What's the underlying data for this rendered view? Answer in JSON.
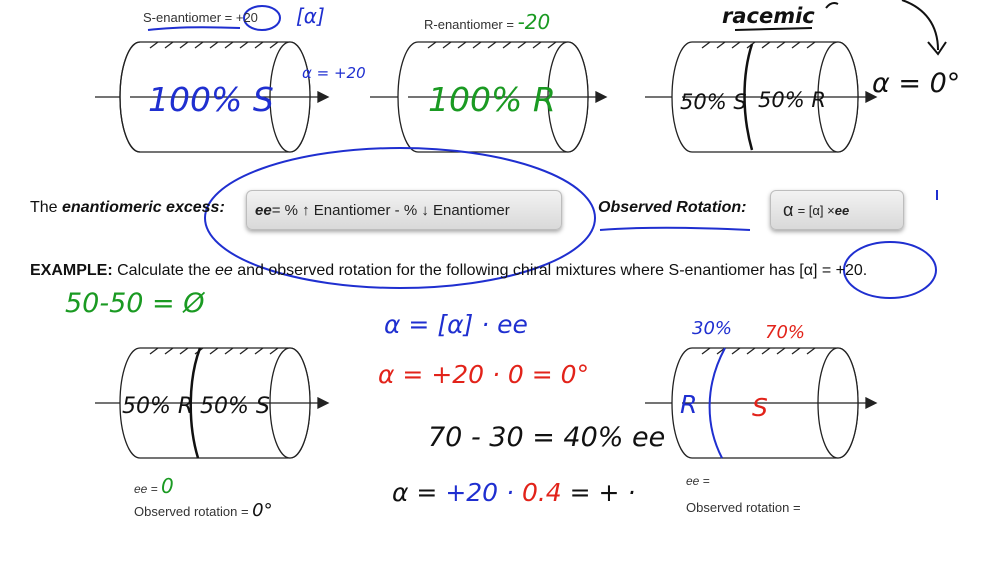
{
  "top": {
    "s_label": "S-enantiomer = ",
    "s_value": "+20",
    "s_alpha": "[α]",
    "r_label": "R-enantiomer = ",
    "r_value": "-20",
    "racemic": "racemic",
    "alpha_plus20": "α = +20",
    "cyl1_text": "100% S",
    "cyl2_text": "100% R",
    "cyl3_left": "50% S",
    "cyl3_right": "50% R",
    "alpha_zero": "α = 0°"
  },
  "formula_row": {
    "ee_prefix": "The ",
    "ee_term": "enantiomeric excess:",
    "ee_symbol": "ee",
    "ee_formula": " = % ↑ Enantiomer - % ↓ Enantiomer",
    "obs_label": "Observed Rotation:",
    "obs_alpha": "α",
    "obs_formula": "= [α] × ",
    "obs_ee": "ee"
  },
  "example": {
    "lead": "EXAMPLE:",
    "text_a": " Calculate the ",
    "ee": "ee",
    "text_b": " and observed rotation for the following chiral mixtures where S-enantiomer has ",
    "alpha_value": "[α] = +20."
  },
  "bottom_left": {
    "split_note": "50-50 = Ø",
    "cyl_left": "50% R",
    "cyl_right": "50% S",
    "ee_label": "ee = ",
    "ee_value": "0",
    "obs_label": "Observed rotation = ",
    "obs_value": "0°"
  },
  "middle_work": {
    "line1": "α = [α] · ee",
    "line2": "α = +20 · 0 = 0°",
    "line3": "70 - 30 = 40% ee",
    "line4_a": "α = ",
    "line4_b": "+20 · ",
    "line4_c": "0.4",
    "line4_d": " = + ·"
  },
  "bottom_right": {
    "pct_r": "30%",
    "pct_s": "70%",
    "label_r": "R",
    "label_s": "S",
    "ee_label": "ee =",
    "obs_label": "Observed rotation ="
  },
  "colors": {
    "blue": "#1f2fd0",
    "green": "#1a9a22",
    "red": "#e2231a"
  }
}
